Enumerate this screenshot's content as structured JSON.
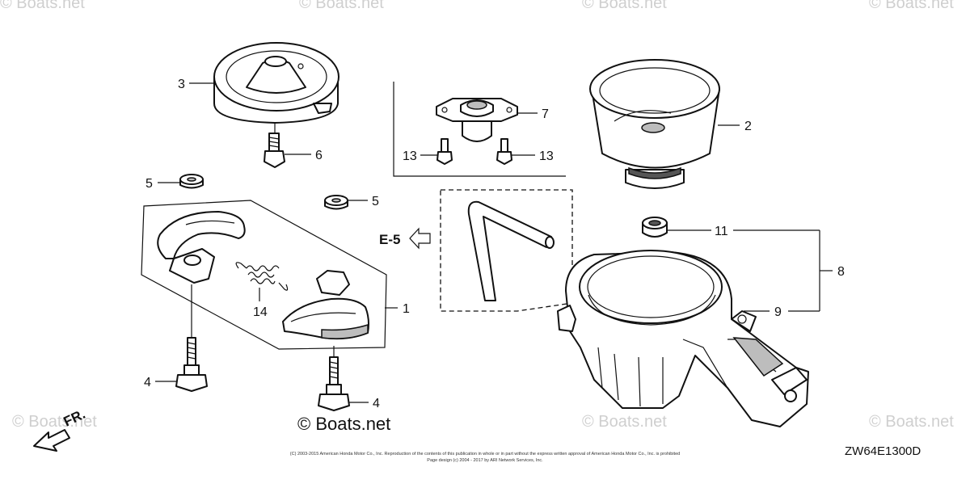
{
  "watermarks": {
    "text": "© Boats.net"
  },
  "brand_mark": "© Boats.net",
  "diagram_code": "ZW64E1300D",
  "reference_label": "E-5",
  "direction_label": "FR.",
  "copyright": {
    "line1": "(C) 2003-2015 American Honda Motor Co., Inc. Reproduction of the contents of this publication in whole or in part without the express written approval of American Honda Motor Co., Inc. is prohibited",
    "line2": "Page design (c) 2004 - 2017 by ARI Network Services, Inc."
  },
  "callouts": {
    "c1": "1",
    "c2": "2",
    "c3": "3",
    "c4a": "4",
    "c4b": "4",
    "c5a": "5",
    "c5b": "5",
    "c6": "6",
    "c7": "7",
    "c8": "8",
    "c9": "9",
    "c11": "11",
    "c13a": "13",
    "c13b": "13",
    "c14": "14"
  }
}
